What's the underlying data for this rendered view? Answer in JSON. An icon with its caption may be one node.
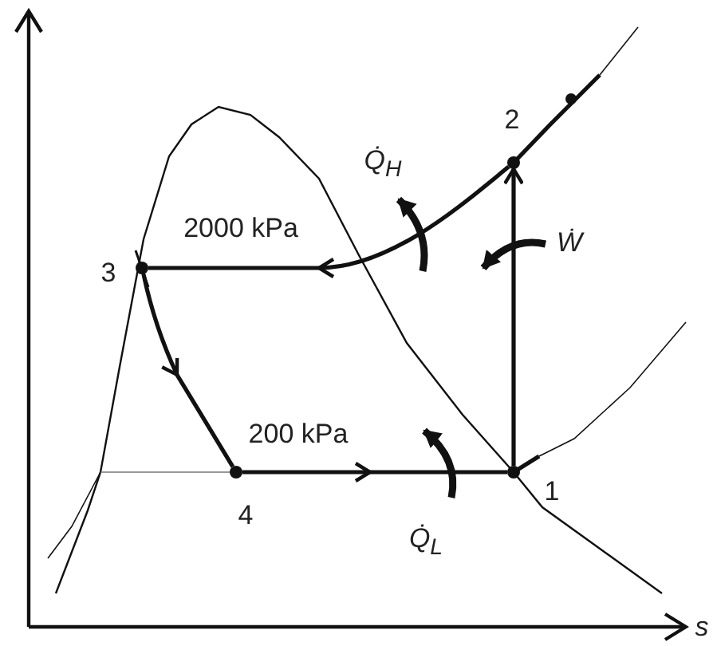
{
  "diagram": {
    "nodes": [
      {
        "text": [],
        "shape": "circle",
        "beside": [
          "3"
        ]
      },
      {
        "text": [],
        "shape": "circle",
        "beside": [
          "4"
        ]
      },
      {
        "text": [],
        "shape": "circle",
        "beside": [
          "1"
        ]
      },
      {
        "text": [],
        "shape": "circle",
        "beside": [
          "2"
        ]
      }
    ],
    "edges": [
      {
        "from": 2,
        "to": 3,
        "arrow": "to"
      },
      {
        "from": 3,
        "to": 0,
        "arrow": "to"
      },
      {
        "from": 0,
        "to": 1,
        "arrow": "to"
      },
      {
        "from": 1,
        "to": 2,
        "arrow": "to"
      }
    ],
    "labels": [
      "Q̇$_{H}$",
      "Ẇ",
      "2000 kPa",
      "200 kPa",
      "Q̇$_{L}$",
      "s"
    ]
  }
}
